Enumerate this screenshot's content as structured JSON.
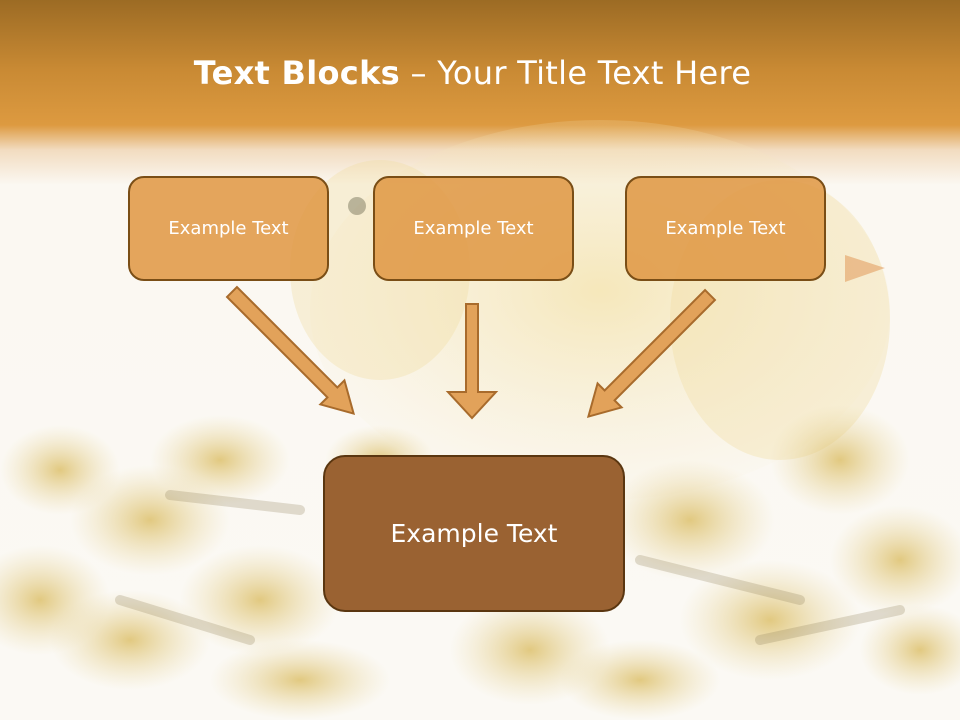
{
  "slide": {
    "title_bold": "Text Blocks",
    "title_rest": " – Your Title Text Here",
    "boxes": [
      {
        "label": "Example Text"
      },
      {
        "label": "Example Text"
      },
      {
        "label": "Example Text"
      }
    ],
    "center_box": {
      "label": "Example Text"
    }
  },
  "colors": {
    "header": "#c98a34",
    "small_box_fill": "#df9744",
    "center_box_fill": "#9a6232",
    "arrow_fill": "#e2a25a",
    "arrow_stroke": "#a86b2c"
  }
}
